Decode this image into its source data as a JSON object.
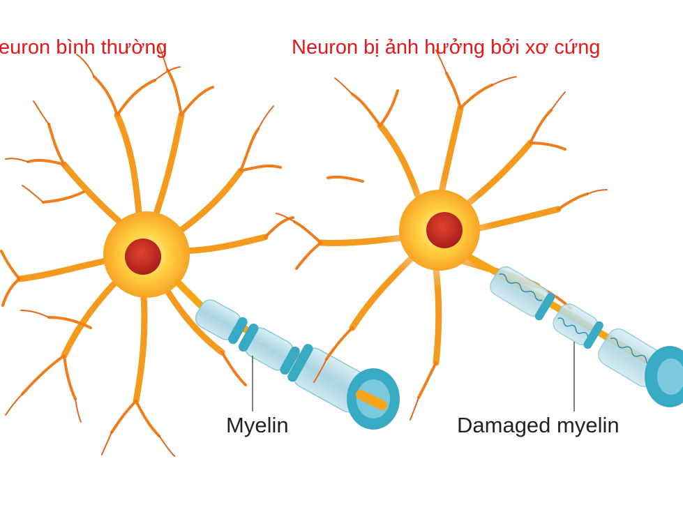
{
  "titles": {
    "normal": "euron bình thường",
    "affected": "Neuron bị ảnh hưởng bởi xơ cứng"
  },
  "labels": {
    "myelin": "Myelin",
    "damaged_myelin": "Damaged myelin"
  },
  "colors": {
    "title_red": "#e8151b",
    "dendrite_orange": "#f18f1d",
    "soma_yellow": "#ffd343",
    "nucleus_red": "#c62a22",
    "axon_orange": "#f6a516",
    "myelin_pale": "#b9dce6",
    "myelin_blue": "#39aac4"
  }
}
